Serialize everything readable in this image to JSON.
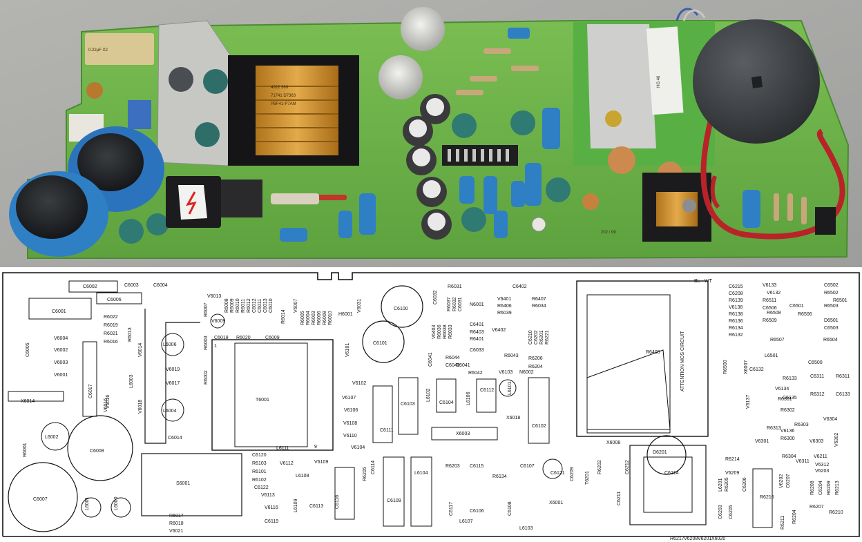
{
  "photo": {
    "colors": {
      "floor": "#a9a9a7",
      "pcb": "#6cb248",
      "blue_cap": "#2f7fc4",
      "coil": "#c98a2a",
      "cable": "#b8232a",
      "suction": "#3b3f43"
    },
    "markings": {
      "x2_cap": "0.22µF X2",
      "transformer_l1": "4022 369",
      "transformer_l2": "71741 D7363",
      "transformer_l3": "PBF41-P7AM",
      "module": "HG 46",
      "pencil": "202 / 99"
    },
    "icons": [
      "high-voltage-warning-icon"
    ]
  },
  "schematic": {
    "text": {
      "caution": "ATTENTION MOS CIRCUIT",
      "pin1": "1",
      "pin9": "9",
      "bl": "BL",
      "wt": "WT"
    },
    "components": [
      "C6002",
      "C6003",
      "C6004",
      "C6006",
      "C6001",
      "C6005",
      "V6004",
      "V6002",
      "V6003",
      "V6001",
      "C6017",
      "V6016",
      "X6014",
      "R6001",
      "L6002",
      "C6008",
      "C6007",
      "L6001",
      "L6000",
      "R6022",
      "R6019",
      "R6021",
      "R6016",
      "R6013",
      "V6014",
      "L6003",
      "V6018",
      "L6006",
      "V6019",
      "V6017",
      "L6004",
      "V6016",
      "C6014",
      "R6017",
      "R6018",
      "V6021",
      "V6013",
      "V6009",
      "R6007",
      "R6008",
      "R6009",
      "R6010",
      "R6011",
      "R6012",
      "C6012",
      "C6011",
      "C6013",
      "C6010",
      "R6014",
      "V6007",
      "R6005",
      "R6004",
      "R6003",
      "R6006",
      "R6008",
      "R6010",
      "H6001",
      "V6031",
      "C6018",
      "R6020",
      "C6009",
      "R6003",
      "R6002",
      "T6001",
      "L6111",
      "S6001",
      "C6120",
      "R6103",
      "R6101",
      "R6102",
      "V6112",
      "L6108",
      "V6109",
      "C6122",
      "V6113",
      "V6116",
      "C6119",
      "L6109",
      "C6113",
      "C6116",
      "C6100",
      "C6101",
      "V6101",
      "V6102",
      "V6107",
      "V6106",
      "V6108",
      "V6110",
      "V6104",
      "C6111",
      "C6103",
      "L6102",
      "C6104",
      "L6106",
      "C6112",
      "L6101",
      "C6102",
      "X6018",
      "X6003",
      "C6032",
      "R6031",
      "R6037",
      "R6032",
      "C6031",
      "N6001",
      "C6402",
      "V6401",
      "R6406",
      "R6407",
      "R6034",
      "R6039",
      "C6401",
      "R6403",
      "R6401",
      "V6402",
      "V6403",
      "R6036",
      "R6038",
      "R6033",
      "C6033",
      "R6044",
      "C6042",
      "R6041",
      "R6042",
      "C6041",
      "R6043",
      "V6103",
      "N6002",
      "C6210",
      "C6202",
      "R6201",
      "R6221",
      "R6206",
      "R6204",
      "R6203",
      "R6205",
      "C6114",
      "C6115",
      "R6134",
      "C6107",
      "C6121",
      "C6109",
      "L6104",
      "C6106",
      "C6108",
      "C6117",
      "L6107",
      "L6103",
      "X6001",
      "R6408",
      "X6008",
      "D6201",
      "C6214",
      "C6209",
      "T6201",
      "R6202",
      "C6212",
      "C6211",
      "R6214",
      "V6209",
      "L6201",
      "R6205",
      "C6206",
      "C6203",
      "C6205",
      "R6216",
      "C6215",
      "C6208",
      "R6139",
      "V6138",
      "R6138",
      "R6136",
      "R6134",
      "R6132",
      "V6133",
      "V6132",
      "R6511",
      "C6506",
      "R6508",
      "R6509",
      "C6502",
      "R6502",
      "R6501",
      "R6503",
      "C6501",
      "R6506",
      "D6501",
      "C6503",
      "R6507",
      "R6504",
      "L6501",
      "C6500",
      "R6500",
      "X6007",
      "C6132",
      "R6133",
      "V6134",
      "R6301",
      "C6135",
      "V6137",
      "R6302",
      "R6303",
      "V6136",
      "R6300",
      "R6313",
      "C6311",
      "R6311",
      "R6312",
      "C6133",
      "V6304",
      "V6301",
      "V6303",
      "V6302",
      "R6304",
      "V6211",
      "V6311",
      "V6312",
      "V6203",
      "V6202",
      "C6207",
      "R6208",
      "C6204",
      "R6209",
      "R6213",
      "R6211",
      "R6204",
      "R6207",
      "R6210",
      "R6217",
      "V6208",
      "V6201",
      "X6020"
    ]
  }
}
